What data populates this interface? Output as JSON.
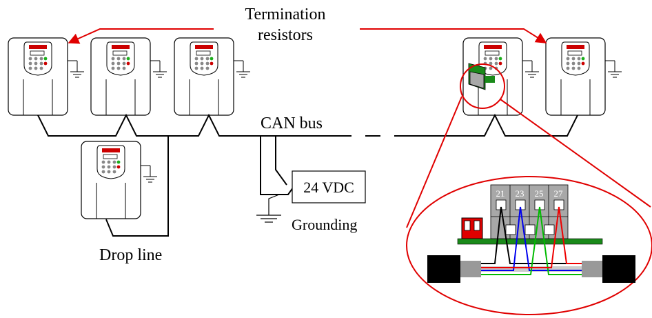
{
  "labels": {
    "termination_line1": "Termination",
    "termination_line2": "resistors",
    "can_bus": "CAN bus",
    "power_supply": "24 VDC",
    "grounding": "Grounding",
    "drop_line": "Drop line"
  },
  "terminal_numbers": [
    "21",
    "23",
    "25",
    "27"
  ],
  "colors": {
    "callout": "#e00000",
    "drive_display": "#cc0000",
    "pcb": "#1a8a1a",
    "terminal_block": "#a8a8a8",
    "wire_black": "#000000",
    "wire_blue": "#0000ee",
    "wire_green": "#00bb00",
    "wire_red": "#ee0000"
  }
}
